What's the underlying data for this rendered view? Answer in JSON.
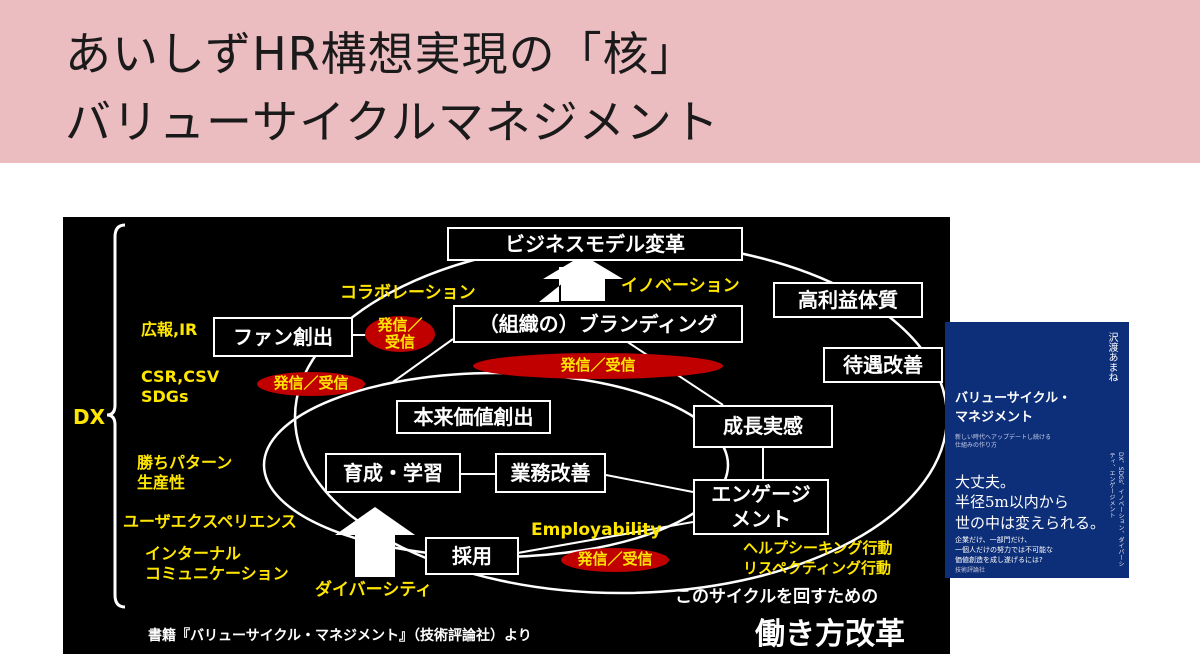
{
  "header": {
    "title_line1": "あいしずHR構想実現の「核」",
    "title_line2": "バリューサイクルマネジメント"
  },
  "diagram": {
    "dx_label": "DX",
    "left_labels": {
      "pr_ir": "広報,IR",
      "csr": "CSR,CSV",
      "sdgs": "SDGs",
      "win_pattern": "勝ちパターン",
      "productivity": "生産性",
      "ux": "ユーザエクスペリエンス",
      "internal_1": "インターナル",
      "internal_2": "コミュニケーション"
    },
    "boxes": {
      "business_model": "ビジネスモデル変革",
      "fan": "ファン創出",
      "branding": "（組織の）ブランディング",
      "profit": "高利益体質",
      "treatment": "待遇改善",
      "value_creation": "本来価値創出",
      "growth_feeling": "成長実感",
      "training": "育成・学習",
      "improvement": "業務改善",
      "engagement_1": "エンゲージ",
      "engagement_2": "メント",
      "hiring": "採用"
    },
    "pills": {
      "fan_branding_1": "発信／",
      "fan_branding_2": "受信",
      "branding_below": "発信／受信",
      "left_ellipse": "発信／受信",
      "bottom": "発信／受信"
    },
    "labels": {
      "collaboration": "コラボレーション",
      "innovation": "イノベーション",
      "employability": "Employability",
      "diversity": "ダイバーシティ",
      "help_seeking": "ヘルプシーキング行動",
      "respecting": "リスペクティング行動",
      "cycle_for": "このサイクルを回すための",
      "work_reform": "働き方改革",
      "source": "書籍『バリューサイクル・マネジメント』（技術評論社）より"
    }
  },
  "book": {
    "author": "沢渡あまね",
    "title_line1": "バリューサイクル・",
    "title_line2": "マネジメント",
    "subtitle_1": "新しい時代へアップデートし続ける",
    "subtitle_2": "仕組みの作り方",
    "copy_1": "大丈夫。",
    "copy_2": "半径5m以内から",
    "copy_3": "世の中は変えられる。",
    "body_1": "企業だけ、一部門だけ、",
    "body_2": "一個人だけの努力では不可能な",
    "body_3": "価値創造を成し遂げるには?",
    "side": "DX、SDGs、イノベーション、ダイバーシティ、エンゲージメント",
    "publisher": "技術評論社"
  }
}
